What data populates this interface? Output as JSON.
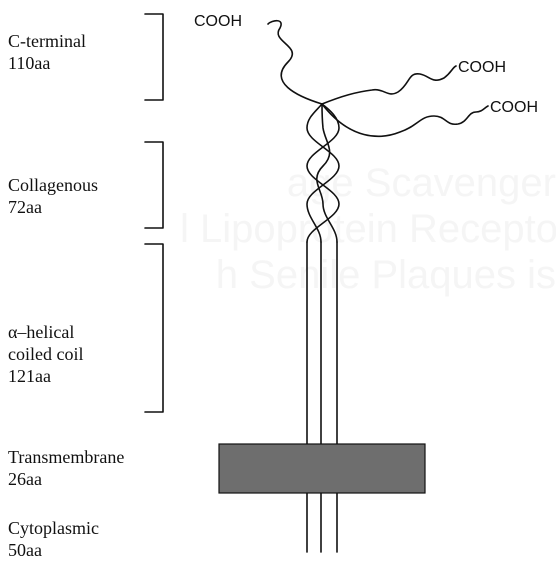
{
  "watermark": {
    "lines": [
      "age Scavenger",
      "l Lipoprotein Receptor",
      "h Senile Plaques is"
    ]
  },
  "regions": [
    {
      "name": "C-terminal",
      "length": "110aa"
    },
    {
      "name": "Collagenous",
      "length": "72aa"
    },
    {
      "name": "α–helical",
      "name2": "coiled coil",
      "length": "121aa"
    },
    {
      "name": "Transmembrane",
      "length": "26aa"
    },
    {
      "name": "Cytoplasmic",
      "length": "50aa"
    }
  ],
  "termini": [
    "COOH",
    "COOH",
    "COOH"
  ],
  "colors": {
    "ink": "#111111",
    "membrane_fill": "#6e6e6e",
    "watermark": "#f5f5f5"
  }
}
